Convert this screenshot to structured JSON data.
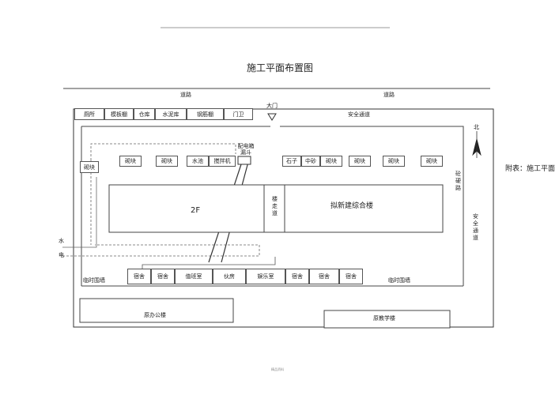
{
  "title": "施工平面布置图",
  "road_left": "道路",
  "road_right": "道路",
  "main_gate": "大门",
  "safety_passage_top": "安全通道",
  "safety_passage_right": "安全通道",
  "north": "北",
  "appendix": "附表：施工平面",
  "distribution_box": "配电箱漏斗",
  "corridor": "楼走道",
  "road_east": "砼硬路",
  "water": "水",
  "electric": "电",
  "temp_wall_left": "临时围墙",
  "temp_wall_right": "临时围墙",
  "footer": "精品资料",
  "building_2f": "2F",
  "new_building": "拟新建综合楼",
  "old_office": "原办公楼",
  "old_teaching": "原教学楼",
  "top_row": [
    "厕所",
    "模板棚",
    "仓库",
    "水泥库",
    "钢筋棚",
    "门卫"
  ],
  "brick_left": "砌块",
  "middle_row_left": [
    "砌块",
    "砌块",
    "水池",
    "搅拌机"
  ],
  "middle_row_right": [
    "石子",
    "中砂",
    "砌块",
    "砌块",
    "砌块",
    "砌块"
  ],
  "bottom_row": [
    "宿舍",
    "宿舍",
    "值班室",
    "伙房",
    "娱乐室",
    "宿舍",
    "宿舍",
    "宿舍"
  ]
}
